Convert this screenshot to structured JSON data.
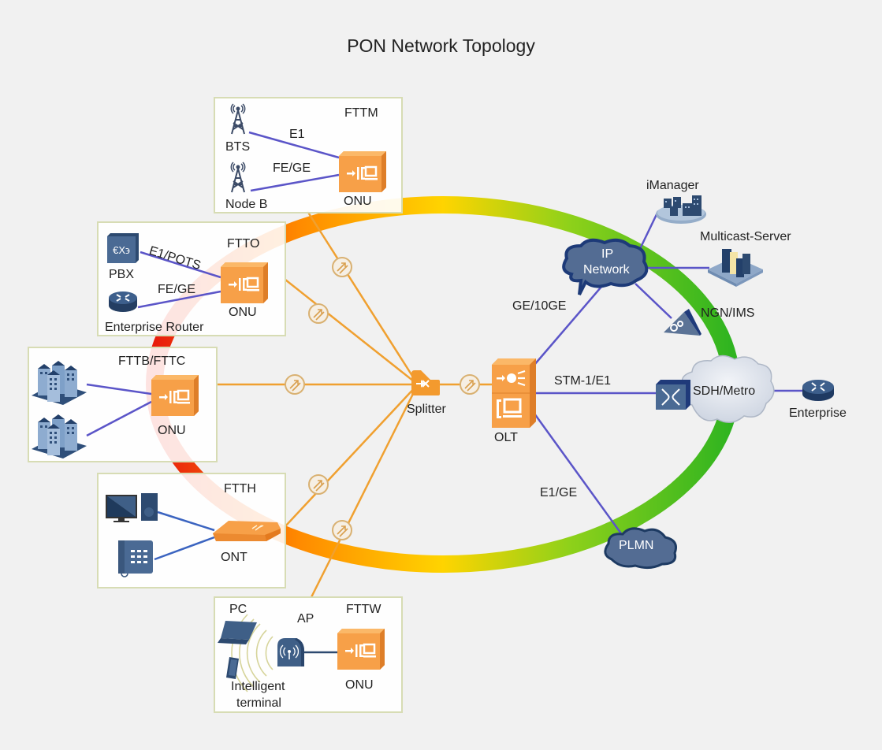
{
  "title": "PON Network Topology",
  "colors": {
    "background": "#f1f1f1",
    "box_border": "#d7dcb4",
    "fiber": "#f0a030",
    "link": "#5b55c8",
    "device_orange": "#f7a048",
    "device_blue": "#3f5f87",
    "ring_start": "#ff7a00",
    "ring_mid": "#ffd200",
    "ring_end": "#3cb81e"
  },
  "access_scenarios": [
    {
      "name": "FTTM",
      "device": "ONU",
      "endpoints": [
        "BTS",
        "Node B"
      ],
      "links": [
        "E1",
        "FE/GE"
      ]
    },
    {
      "name": "FTTO",
      "device": "ONU",
      "endpoints": [
        "PBX",
        "Enterprise Router"
      ],
      "links": [
        "E1/POTS",
        "FE/GE"
      ]
    },
    {
      "name": "FTTB/FTTC",
      "device": "ONU",
      "endpoints": [
        "Building",
        "Building"
      ],
      "links": []
    },
    {
      "name": "FTTH",
      "device": "ONT",
      "endpoints": [
        "PC",
        "Phone"
      ],
      "links": []
    },
    {
      "name": "FTTW",
      "device": "ONU",
      "endpoints": [
        "PC",
        "AP",
        "Intelligent terminal"
      ],
      "links": []
    }
  ],
  "core": {
    "splitter": "Splitter",
    "olt": "OLT",
    "ip_network": "IP Network",
    "ip_network_line1": "IP",
    "ip_network_line2": "Network",
    "sdh_metro": "SDH/Metro",
    "plmn": "PLMN",
    "imanager": "iManager",
    "multicast_server": "Multicast-Server",
    "ngn_ims": "NGN/IMS",
    "enterprise": "Enterprise"
  },
  "uplinks": {
    "ip": "GE/10GE",
    "sdh": "STM-1/E1",
    "plmn": "E1/GE"
  },
  "labels": {
    "fttm": "FTTM",
    "ftto": "FTTO",
    "fttb": "FTTB/FTTC",
    "ftth": "FTTH",
    "fttw": "FTTW",
    "bts": "BTS",
    "nodeb": "Node B",
    "e1": "E1",
    "fege": "FE/GE",
    "pbx": "PBX",
    "router": "Enterprise Router",
    "e1pots": "E1/POTS",
    "onu": "ONU",
    "ont": "ONT",
    "pc": "PC",
    "ap": "AP",
    "terminal1": "Intelligent",
    "terminal2": "terminal"
  }
}
